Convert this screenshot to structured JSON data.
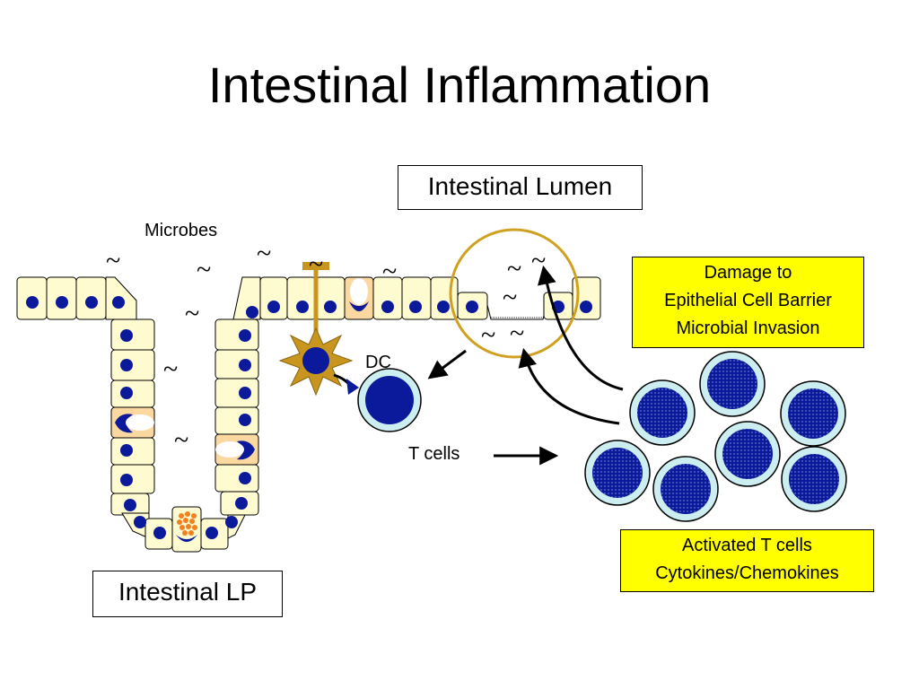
{
  "title": "Intestinal Inflammation",
  "labels": {
    "lumen": "Intestinal Lumen",
    "lp": "Intestinal LP",
    "microbes": "Microbes",
    "dc": "DC",
    "t_cells": "T cells"
  },
  "boxes": {
    "damage": [
      "Damage to",
      "Epithelial Cell Barrier",
      "Microbial Invasion"
    ],
    "activated": [
      "Activated T cells",
      "Cytokines/Chemokines"
    ]
  },
  "colors": {
    "cell_fill": "#fffbd0",
    "nucleus": "#0a1a9a",
    "dc_body": "#c8961e",
    "highlight_box": "#ffff00",
    "tcell_ring": "#cdeef0",
    "damage_circle": "#d0a020"
  }
}
